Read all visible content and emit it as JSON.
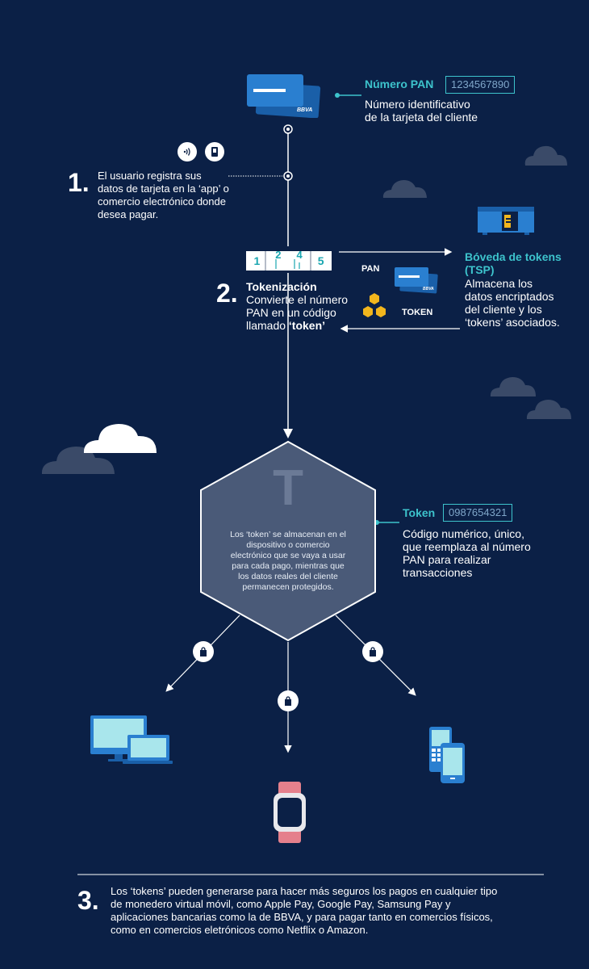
{
  "pan": {
    "title": "Número PAN",
    "value": "1234567890",
    "desc_line1": "Número identificativo",
    "desc_line2": "de la tarjeta del cliente",
    "card_brand": "BBVA"
  },
  "step1": {
    "number": "1.",
    "line1": "El usuario registra sus",
    "line2": "datos de tarjeta en la ‘app’ o",
    "line3": "comercio electrónico donde",
    "line4": "desea pagar."
  },
  "step2": {
    "number": "2.",
    "title": "Tokenización",
    "line1": "Convierte el número",
    "line2": "PAN en un código",
    "line3": "llamado",
    "highlight": "‘token’",
    "digits": [
      "1",
      "2",
      "4",
      "5"
    ],
    "pan_label": "PAN",
    "token_label": "TOKEN",
    "card_brand": "BBVA"
  },
  "vault": {
    "title_line1": "Bóveda de tokens",
    "title_line2": "(TSP)",
    "line1": "Almacena los",
    "line2": "datos encriptados",
    "line3": "del cliente y los",
    "line4": "‘tokens’ asociados."
  },
  "hexagon": {
    "letter": "T",
    "line1": "Los ‘token’ se almacenan en el",
    "line2": "dispositivo o comercio",
    "line3": "electrónico que se vaya a usar",
    "line4": "para cada pago, mientras que",
    "line5": "los datos reales del cliente",
    "line6": "permanecen protegidos."
  },
  "token": {
    "title": "Token",
    "value": "0987654321",
    "line1": "Código numérico, único,",
    "line2": "que reemplaza al número",
    "line3": "PAN para realizar",
    "line4": "transacciones"
  },
  "step3": {
    "number": "3.",
    "line1": "Los ‘tokens’ pueden generarse para hacer más seguros los pagos en cualquier tipo",
    "line2": "de monedero virtual móvil, como Apple Pay, Google Pay, Samsung Pay y",
    "line3": "aplicaciones bancarias como la de BBVA, y para pagar tanto en comercios físicos,",
    "line4": "como en comercios eletrónicos como Netflix o Amazon."
  },
  "colors": {
    "background": "#0b2046",
    "accent": "#3dc3cc",
    "card": "#1a5fa8",
    "hexagon": "#4a5a78",
    "cloud_dark": "#3a4a68",
    "gold": "#f2b61d",
    "watch": "#e5808c"
  },
  "icons": [
    "card-icon",
    "nfc-icon",
    "mobile-pay-icon",
    "vault-icon",
    "coins-icon",
    "shopping-bag-icon",
    "computer-icon",
    "watch-icon",
    "phone-icon",
    "cloud-icon"
  ]
}
